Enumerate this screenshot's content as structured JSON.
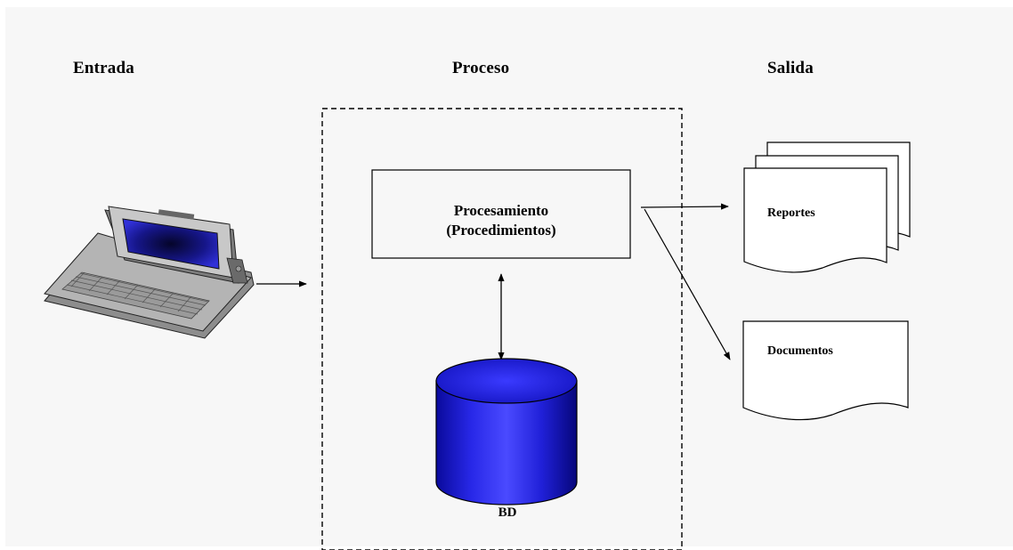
{
  "headers": {
    "input": "Entrada",
    "process": "Proceso",
    "output": "Salida"
  },
  "processing_box": {
    "line1": "Procesamiento",
    "line2": "(Procedimientos)"
  },
  "database_label": "BD",
  "outputs": {
    "reports": "Reportes",
    "documents": "Documentos"
  },
  "colors": {
    "background": "#f7f7f7",
    "database_blue": "#1a1adc",
    "screen_blue": "#1c1c8a"
  }
}
